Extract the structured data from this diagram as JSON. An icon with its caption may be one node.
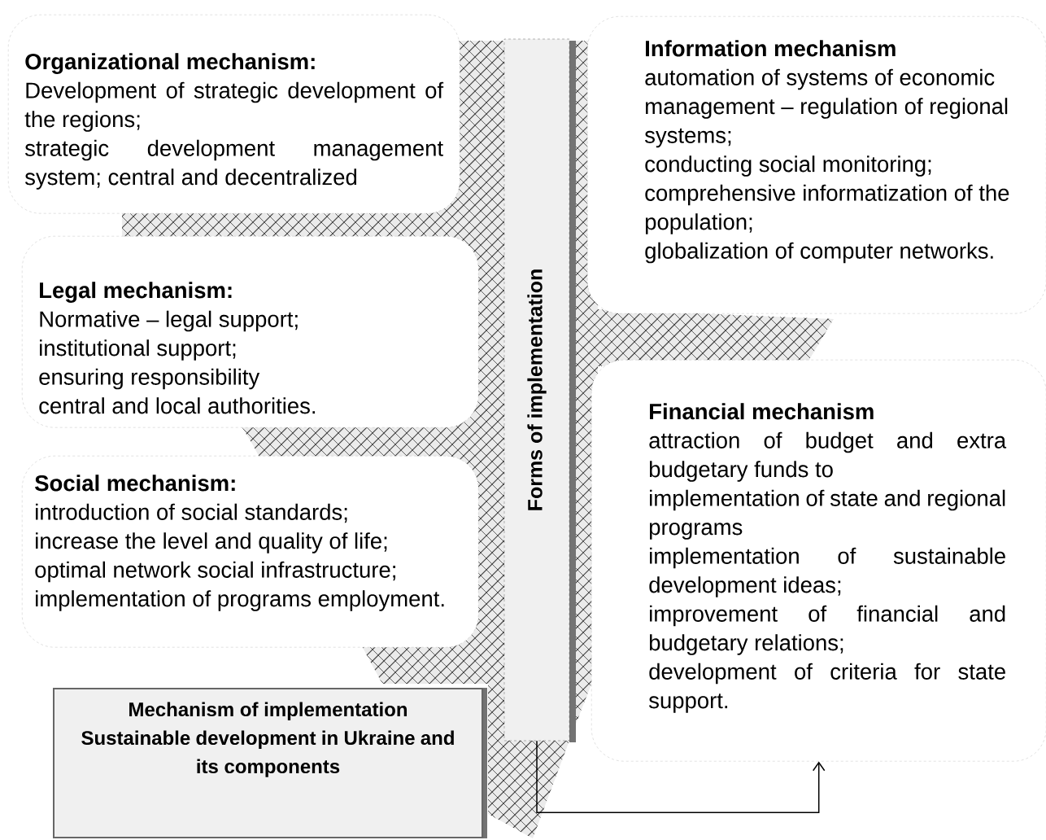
{
  "diagram": {
    "nodes": [
      {
        "text": [
          "Organizational mechanism:",
          "Development of strategic development of the regions;",
          "strategic development management system; central and decentralized"
        ]
      },
      {
        "text": [
          "Information mechanism",
          "automation of systems of economic management – regulation of regional systems;",
          "conducting social monitoring;",
          "comprehensive informatization of the population;",
          "globalization of computer networks."
        ]
      },
      {
        "text": [
          "Legal mechanism:",
          "Normative – legal support;",
          "institutional support;",
          "ensuring responsibility",
          "central and local authorities."
        ]
      },
      {
        "text": [
          "Financial mechanism",
          "attraction of budget and extra budgetary funds to",
          "implementation of state and regional programs",
          "implementation of sustainable development ideas;",
          "improvement of financial and budgetary relations;",
          "development of criteria for state support."
        ]
      },
      {
        "text": [
          "Social mechanism:",
          "introduction of social standards;",
          "increase the level and quality of life;",
          "optimal network social infrastructure;",
          "implementation of programs employment."
        ]
      },
      {
        "text": [
          "Forms of implementation"
        ]
      },
      {
        "text": [
          "Mechanism of implementation Sustainable development in Ukraine and its components"
        ]
      }
    ],
    "edges": [
      {
        "from": 5,
        "to": 3,
        "arrow": "to"
      }
    ]
  }
}
